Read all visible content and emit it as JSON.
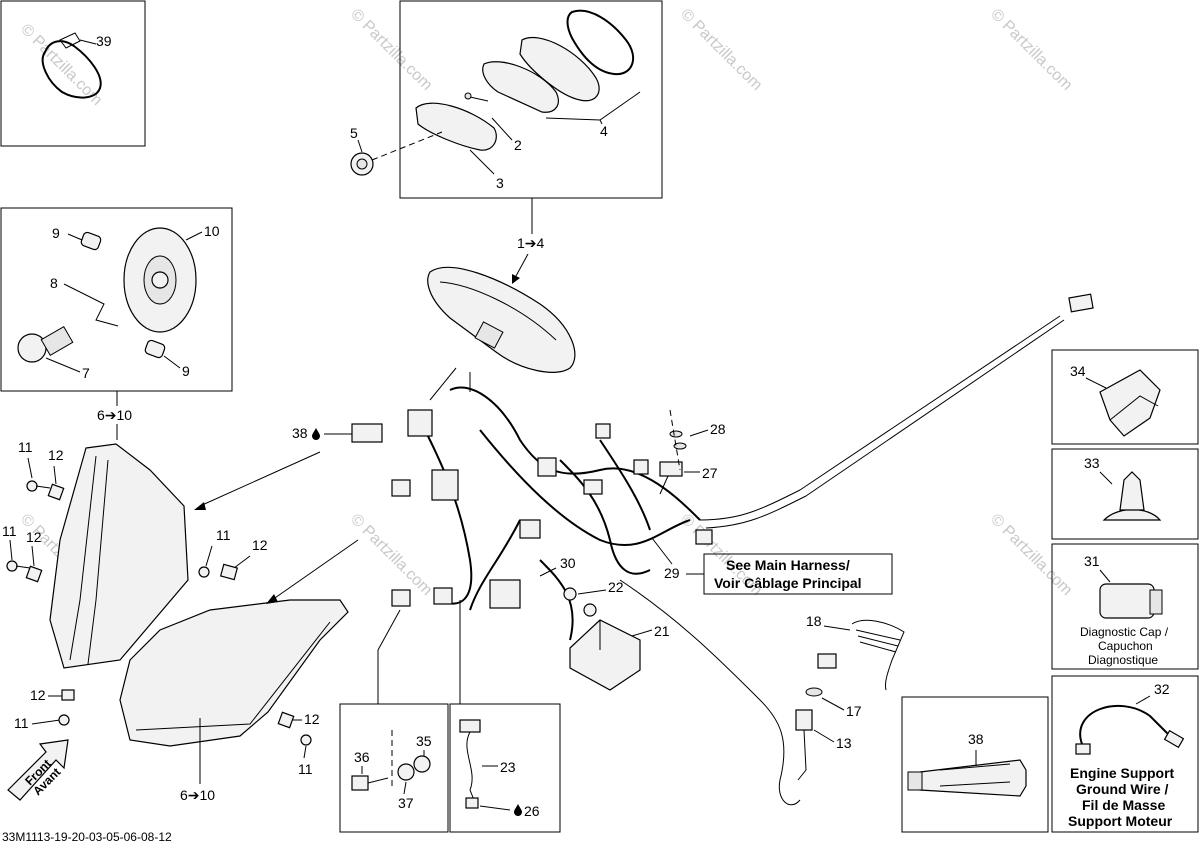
{
  "watermarks": [
    "© Partzilla.com",
    "© Partzilla.com",
    "© Partzilla.com",
    "© Partzilla.com",
    "© Partzilla.com",
    "© Partzilla.com",
    "© Partzilla.com",
    "© Partzilla.com"
  ],
  "callouts": {
    "c39": "39",
    "c5": "5",
    "c2": "2",
    "c3": "3",
    "c4": "4",
    "c1to4": "1➔4",
    "c9a": "9",
    "c10": "10",
    "c8": "8",
    "c7": "7",
    "c9b": "9",
    "c6to10a": "6➔10",
    "c11a": "11",
    "c12a": "12",
    "c11b": "11",
    "c12b": "12",
    "c11c": "11",
    "c12c": "12",
    "c12d": "12",
    "c11d": "11",
    "c12e": "12",
    "c11e": "11",
    "c6to10b": "6➔10",
    "c38a": "38",
    "c28": "28",
    "c27": "27",
    "c29": "29",
    "c30": "30",
    "c22": "22",
    "c21": "21",
    "c18": "18",
    "c17": "17",
    "c13": "13",
    "c36": "36",
    "c35": "35",
    "c37": "37",
    "c23": "23",
    "c26": "26",
    "c38b": "38",
    "c34": "34",
    "c33": "33",
    "c31": "31",
    "c32": "32"
  },
  "notes": {
    "main_harness_line1": "See Main Harness/",
    "main_harness_line2": "Voir Câblage Principal",
    "diag_line1": "Diagnostic Cap /",
    "diag_line2": "Capuchon",
    "diag_line3": "Diagnostique",
    "ground_line1": "Engine Support",
    "ground_line2": "Ground Wire /",
    "ground_line3": "Fil de Masse",
    "ground_line4": "Support Moteur",
    "front_line1": "Front",
    "front_line2": "Avant",
    "drawing_code": "33M1113-19-20-03-05-06-08-12"
  },
  "icons": [
    "oil-drop-icon",
    "front-arrow-icon",
    "right-arrow-icon"
  ]
}
